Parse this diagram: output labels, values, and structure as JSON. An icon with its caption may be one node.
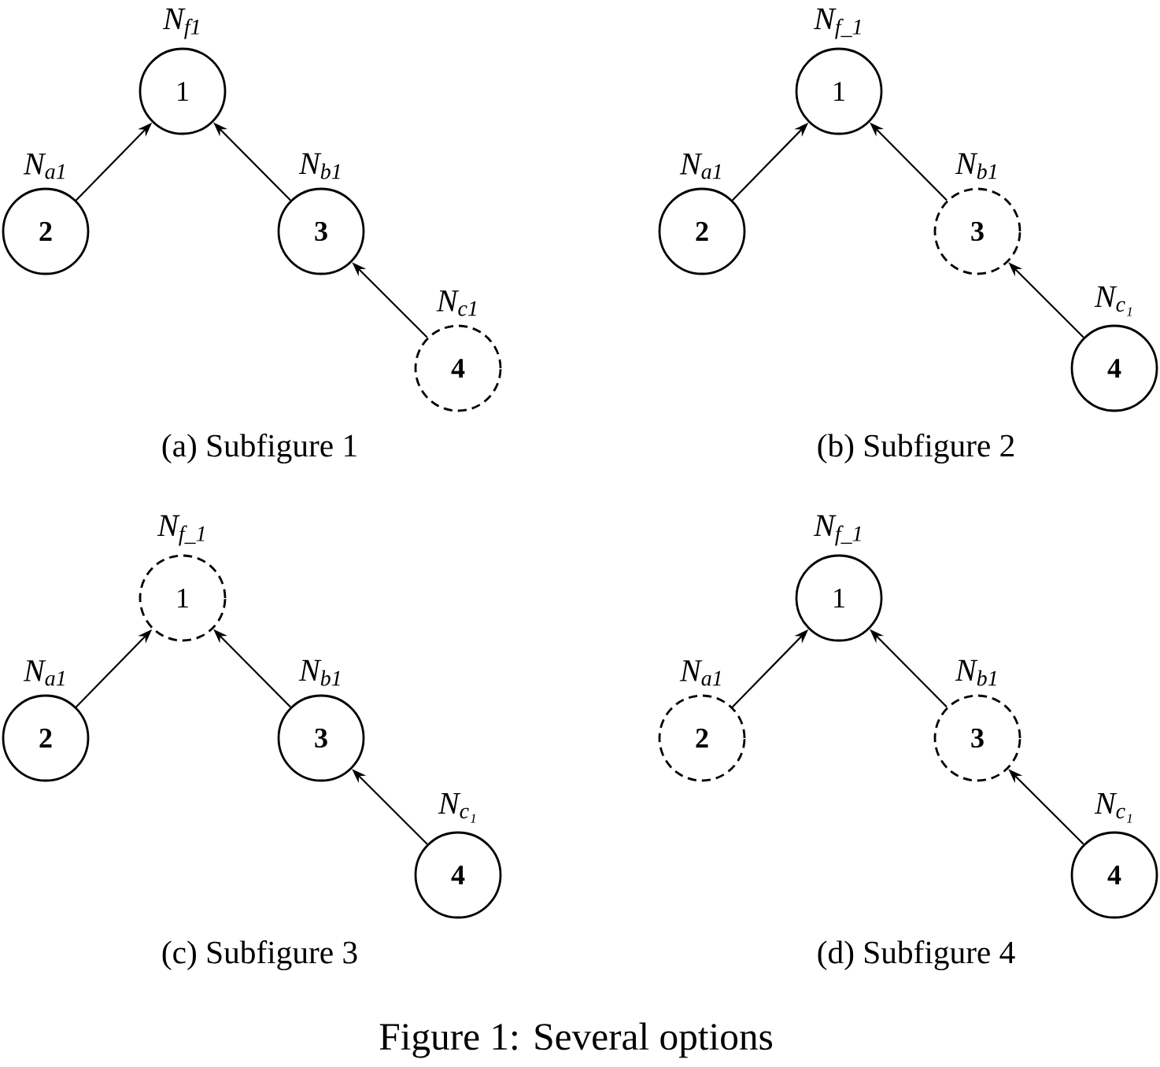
{
  "diagram": {
    "caption": "Figure 1: Several options",
    "nodes": [
      {
        "text": [
          "1"
        ],
        "beside": [
          "N$_{f1}$"
        ]
      },
      {
        "text": [
          "2"
        ],
        "beside": [
          "N$_{a1}$"
        ]
      },
      {
        "text": [
          "3"
        ],
        "beside": [
          "N$_{b1}$"
        ]
      },
      {
        "text": [
          "4"
        ],
        "beside": [
          "N$_{c1}$"
        ]
      },
      {
        "text": [
          "1"
        ],
        "beside": [
          "N$_{f_1}$"
        ]
      },
      {
        "text": [
          "2"
        ],
        "beside": [
          "N$_{a1}$"
        ]
      },
      {
        "text": [
          "3"
        ],
        "beside": [
          "N$_{b1}$"
        ]
      },
      {
        "text": [
          "4"
        ],
        "beside": [
          "N$_{c₁}$"
        ]
      },
      {
        "text": [
          "1"
        ],
        "beside": [
          "N$_{f_1}$"
        ]
      },
      {
        "text": [
          "2"
        ],
        "beside": [
          "N$_{a1}$"
        ]
      },
      {
        "text": [
          "3"
        ],
        "beside": [
          "N$_{b1}$"
        ]
      },
      {
        "text": [
          "4"
        ],
        "beside": [
          "N$_{c₁}$"
        ]
      },
      {
        "text": [
          "1"
        ],
        "beside": [
          "N$_{f_1}$"
        ]
      },
      {
        "text": [
          "2"
        ],
        "beside": [
          "N$_{a1}$"
        ]
      },
      {
        "text": [
          "3"
        ],
        "beside": [
          "N$_{b1}$"
        ]
      },
      {
        "text": [
          "4"
        ],
        "beside": [
          "N$_{c₁}$"
        ]
      }
    ],
    "edges": [
      {
        "from": 1,
        "to": 0,
        "arrow": "to"
      },
      {
        "from": 2,
        "to": 0,
        "arrow": "to"
      },
      {
        "from": 3,
        "to": 2,
        "arrow": "to"
      },
      {
        "from": 5,
        "to": 4,
        "arrow": "to"
      },
      {
        "from": 6,
        "to": 4,
        "arrow": "to"
      },
      {
        "from": 7,
        "to": 6,
        "arrow": "to"
      },
      {
        "from": 9,
        "to": 8,
        "arrow": "to"
      },
      {
        "from": 10,
        "to": 8,
        "arrow": "to"
      },
      {
        "from": 11,
        "to": 10,
        "arrow": "to"
      },
      {
        "from": 13,
        "to": 12,
        "arrow": "to"
      },
      {
        "from": 14,
        "to": 12,
        "arrow": "to"
      },
      {
        "from": 15,
        "to": 14,
        "arrow": "to"
      }
    ],
    "labels": [
      "(a) Subfigure 1",
      "(b) Subfigure 2",
      "(c) Subfigure 3",
      "(d) Subfigure 4"
    ]
  }
}
